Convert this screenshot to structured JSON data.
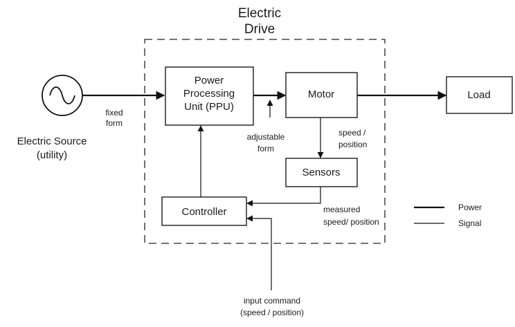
{
  "drive": {
    "title_line1": "Electric",
    "title_line2": "Drive"
  },
  "blocks": {
    "ppu": {
      "line1": "Power",
      "line2": "Processing",
      "line3": "Unit (PPU)"
    },
    "motor": "Motor",
    "load": "Load",
    "sensors": "Sensors",
    "controller": "Controller"
  },
  "source": {
    "line1": "Electric Source",
    "line2": "(utility)"
  },
  "labels": {
    "fixed_form": {
      "line1": "fixed",
      "line2": "form"
    },
    "adjustable_form": {
      "line1": "adjustable",
      "line2": "form"
    },
    "speed_position": {
      "line1": "speed /",
      "line2": "position"
    },
    "measured": {
      "line1": "measured",
      "line2": "speed/ position"
    },
    "input_command": {
      "line1": "input command",
      "line2": "(speed / position)"
    }
  },
  "legend": {
    "power": "Power",
    "signal": "Signal"
  }
}
